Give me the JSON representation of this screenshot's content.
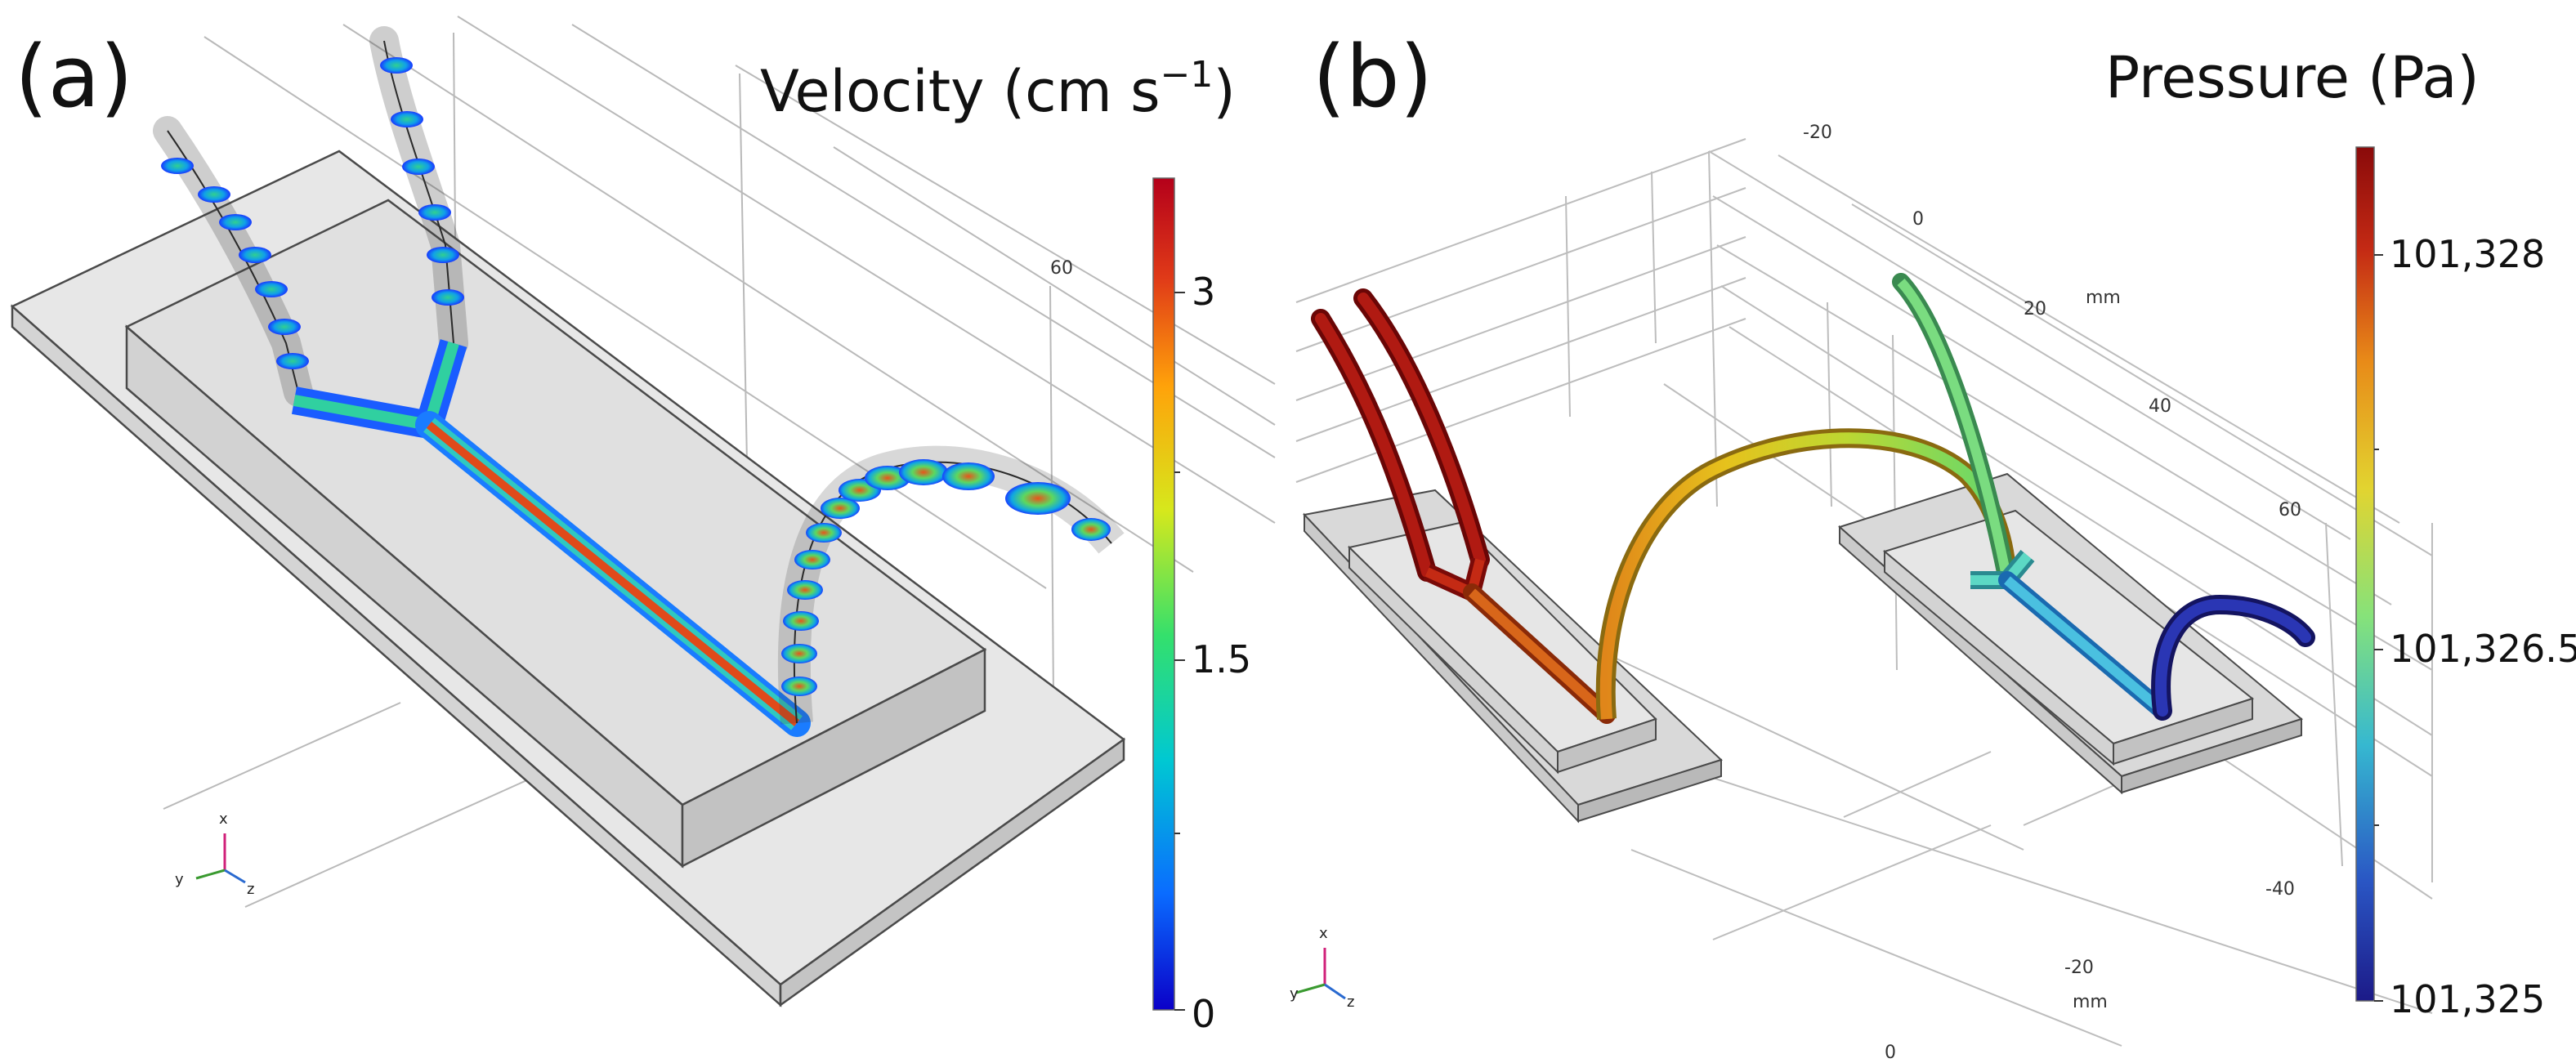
{
  "panel_a": {
    "label": "(a)",
    "colorbar": {
      "title_base": "Velocity (cm s",
      "title_sup": "−1",
      "title_close": ")",
      "ticks": [
        "3",
        "1.5",
        "0"
      ],
      "colors": [
        "#0b00c8",
        "#0a6cff",
        "#00c8d2",
        "#34e06c",
        "#d6e81c",
        "#ffa20a",
        "#e03a18",
        "#b4001a"
      ]
    },
    "axis_numbers": [
      "60"
    ],
    "triad": {
      "x": "x",
      "y": "y",
      "z": "z"
    }
  },
  "panel_b": {
    "label": "(b)",
    "colorbar": {
      "title": "Pressure (Pa)",
      "ticks": [
        "101,328",
        "101,326.5",
        "101,325"
      ],
      "colors": [
        "#1c1a88",
        "#2a56c4",
        "#36b8d0",
        "#86e27a",
        "#e2d430",
        "#e88a18",
        "#c42a14",
        "#8a0a0a"
      ]
    },
    "axis_numbers": [
      "-20",
      "0",
      "20",
      "40",
      "60",
      "-40",
      "-20",
      "0"
    ],
    "axis_units": [
      "mm",
      "mm"
    ],
    "triad": {
      "x": "x",
      "y": "y",
      "z": "z"
    }
  }
}
